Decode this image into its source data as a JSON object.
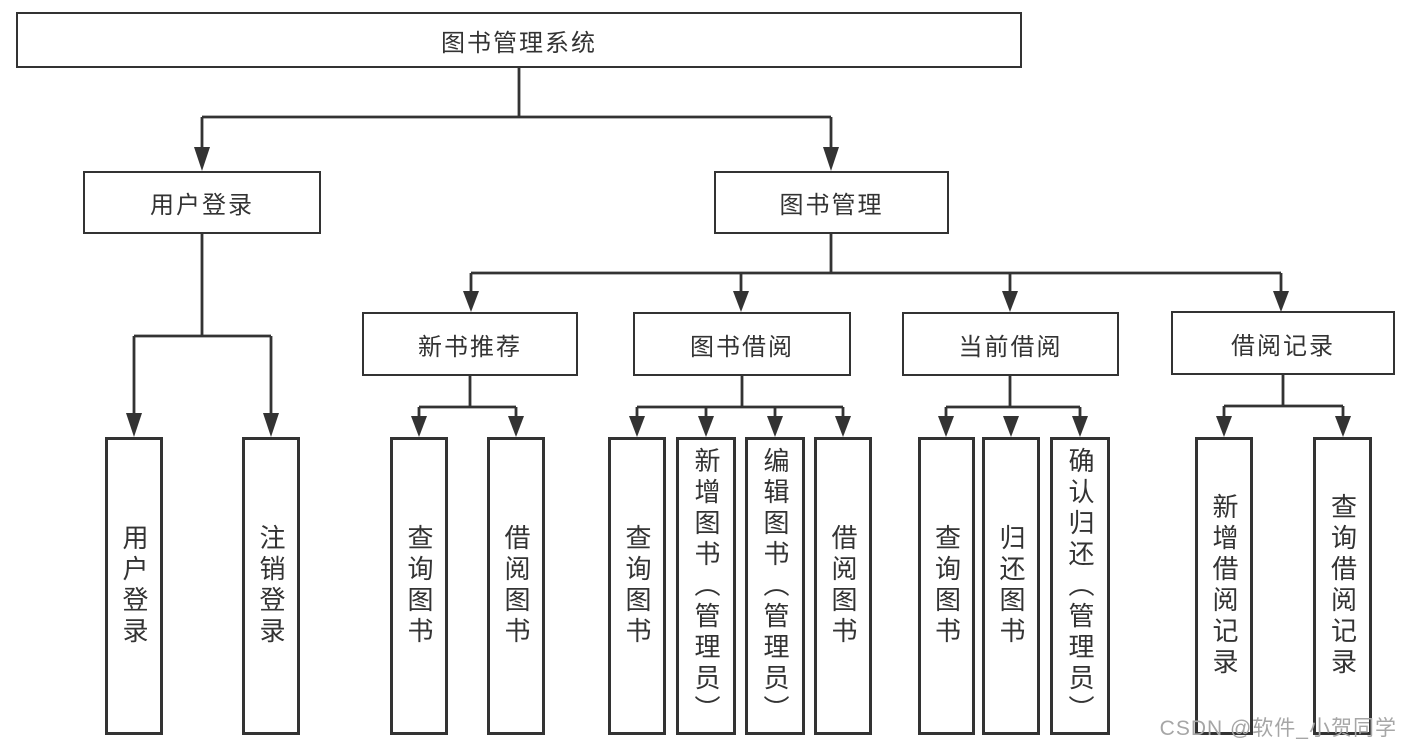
{
  "diagram": {
    "root": {
      "label": "图书管理系统"
    },
    "user_login": {
      "label": "用户登录",
      "children": [
        {
          "label": "用户登录"
        },
        {
          "label": "注销登录"
        }
      ]
    },
    "book_mgmt": {
      "label": "图书管理",
      "sections": [
        {
          "label": "新书推荐",
          "children": [
            {
              "label": "查询图书"
            },
            {
              "label": "借阅图书"
            }
          ]
        },
        {
          "label": "图书借阅",
          "children": [
            {
              "label": "查询图书"
            },
            {
              "label": "新增图书（管理员）"
            },
            {
              "label": "编辑图书（管理员）"
            },
            {
              "label": "借阅图书"
            }
          ]
        },
        {
          "label": "当前借阅",
          "children": [
            {
              "label": "查询图书"
            },
            {
              "label": "归还图书"
            },
            {
              "label": "确认归还（管理员）"
            }
          ]
        },
        {
          "label": "借阅记录",
          "children": [
            {
              "label": "新增借阅记录"
            },
            {
              "label": "查询借阅记录"
            }
          ]
        }
      ]
    }
  },
  "colors": {
    "line": "#333333",
    "box_border": "#333333",
    "text": "#333333",
    "background": "#ffffff",
    "watermark": "#a6a6a6"
  },
  "watermark": {
    "text": "CSDN @软件_小贺同学"
  }
}
